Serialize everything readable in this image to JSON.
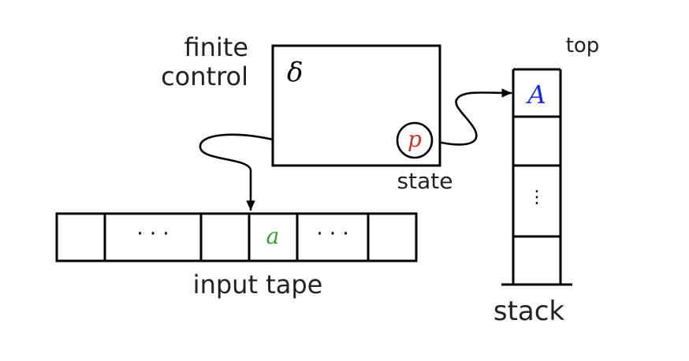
{
  "labels": {
    "finite_control_line1": "finite",
    "finite_control_line2": "control",
    "delta": "δ",
    "state_symbol": "p",
    "state": "state",
    "top": "top",
    "stack_symbol": "A",
    "stack_dots": "⋮",
    "tape_dots_left": "· · ·",
    "tape_symbol": "a",
    "tape_dots_right": "· · ·",
    "input_tape": "input tape",
    "stack": "stack"
  },
  "colors": {
    "state_symbol": "#c0392b",
    "stack_symbol": "#1f2bd6",
    "tape_symbol": "#3c9a3c",
    "line": "#000000",
    "text": "#222222"
  }
}
